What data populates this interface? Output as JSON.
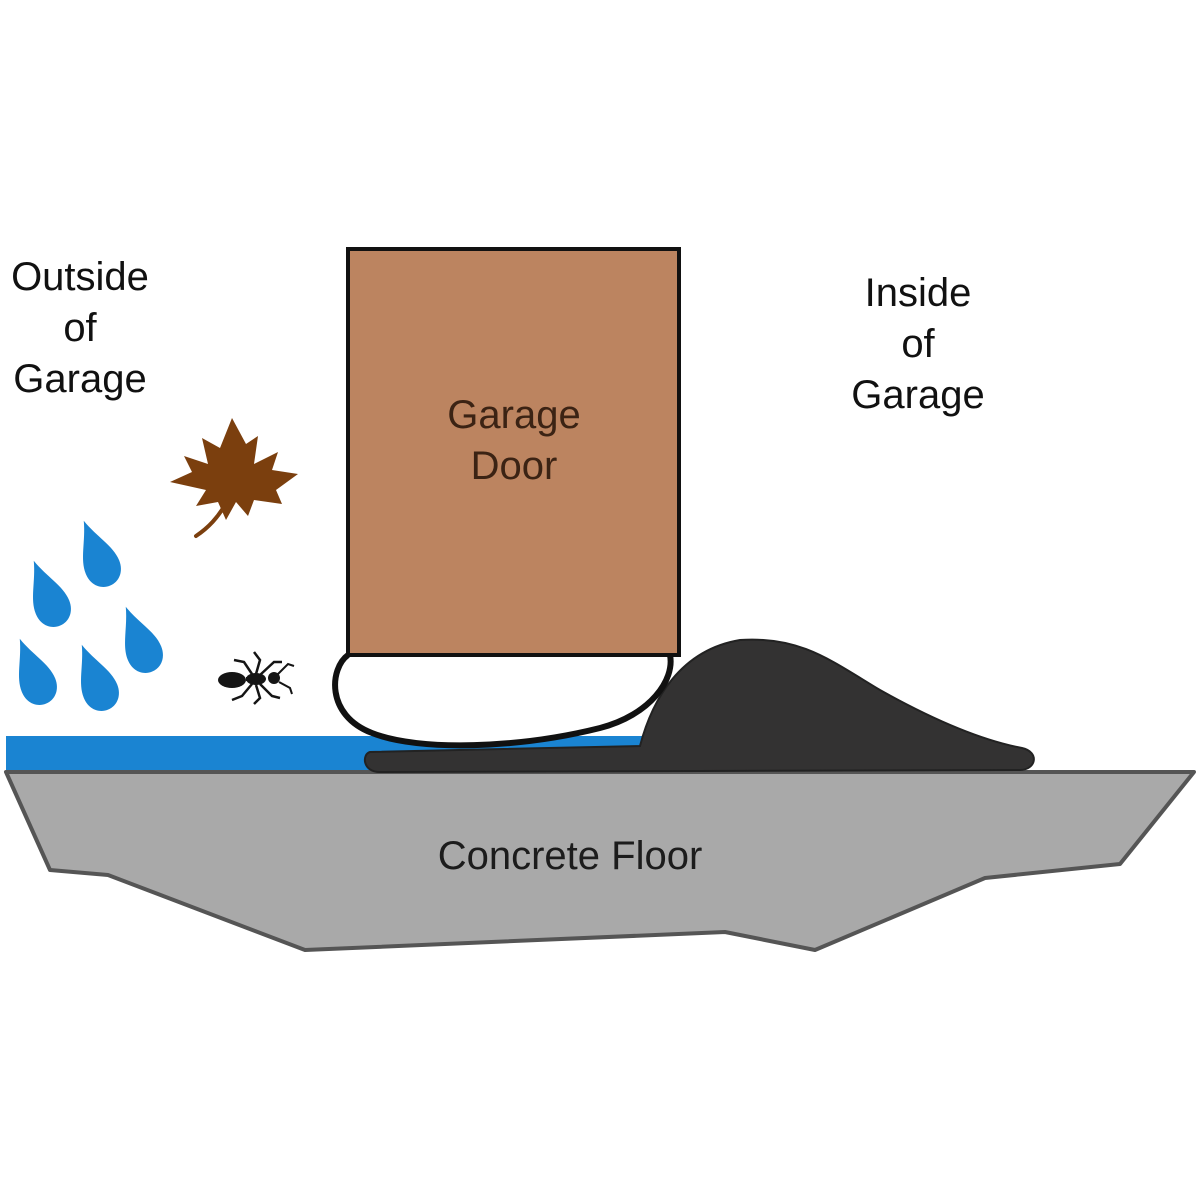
{
  "labels": {
    "outside": [
      "Outside",
      "of",
      "Garage"
    ],
    "inside": [
      "Inside",
      "of",
      "Garage"
    ],
    "door": [
      "Garage",
      "Door"
    ],
    "floor": "Concrete Floor"
  },
  "colors": {
    "door_fill": "#bc8460",
    "floor_fill": "#a9a9a9",
    "water": "#1a84d2",
    "seal": "#333232",
    "leaf": "#7b3f0e",
    "outline": "#111111"
  },
  "icons": {
    "rain": "raindrop-icon",
    "leaf": "maple-leaf-icon",
    "insect": "ant-icon"
  }
}
